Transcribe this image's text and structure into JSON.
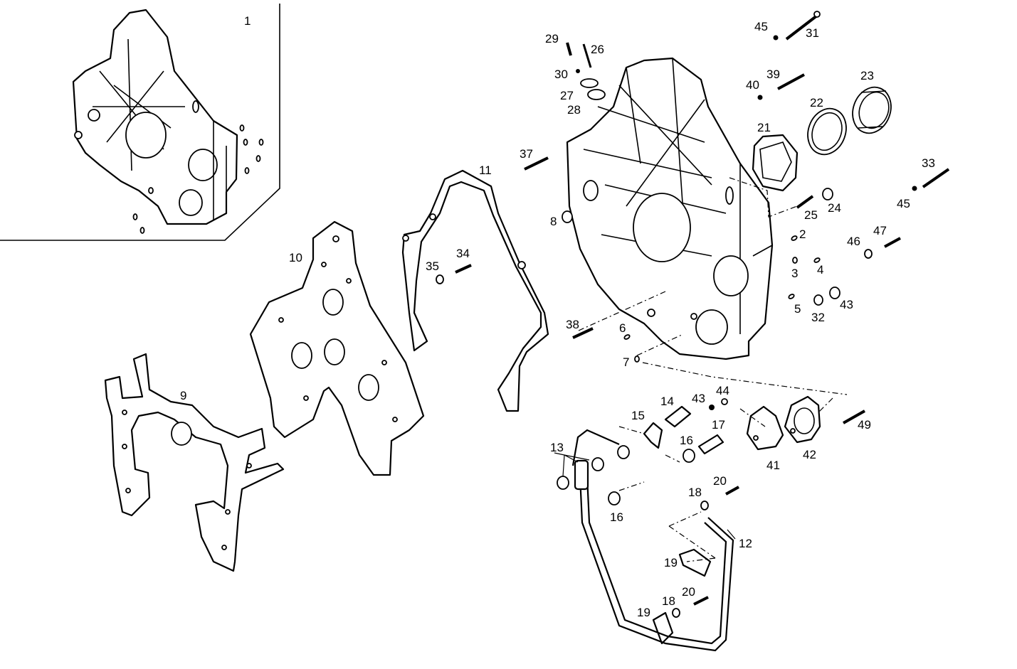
{
  "labels": {
    "l1": "1",
    "l2": "2",
    "l3": "3",
    "l4": "4",
    "l5": "5",
    "l6": "6",
    "l7": "7",
    "l8": "8",
    "l9": "9",
    "l10": "10",
    "l11": "11",
    "l12": "12",
    "l13": "13",
    "l14": "14",
    "l15": "15",
    "l16a": "16",
    "l16b": "16",
    "l17": "17",
    "l18a": "18",
    "l18b": "18",
    "l19a": "19",
    "l19b": "19",
    "l20a": "20",
    "l20b": "20",
    "l21": "21",
    "l22": "22",
    "l23": "23",
    "l24": "24",
    "l25": "25",
    "l26": "26",
    "l27": "27",
    "l28": "28",
    "l29": "29",
    "l30": "30",
    "l31": "31",
    "l32": "32",
    "l33": "33",
    "l34": "34",
    "l35": "35",
    "l37": "37",
    "l38": "38",
    "l39": "39",
    "l40": "40",
    "l41": "41",
    "l42": "42",
    "l43a": "43",
    "l43b": "43",
    "l44": "44",
    "l45a": "45",
    "l45b": "45",
    "l46": "46",
    "l47": "47",
    "l49": "49"
  }
}
